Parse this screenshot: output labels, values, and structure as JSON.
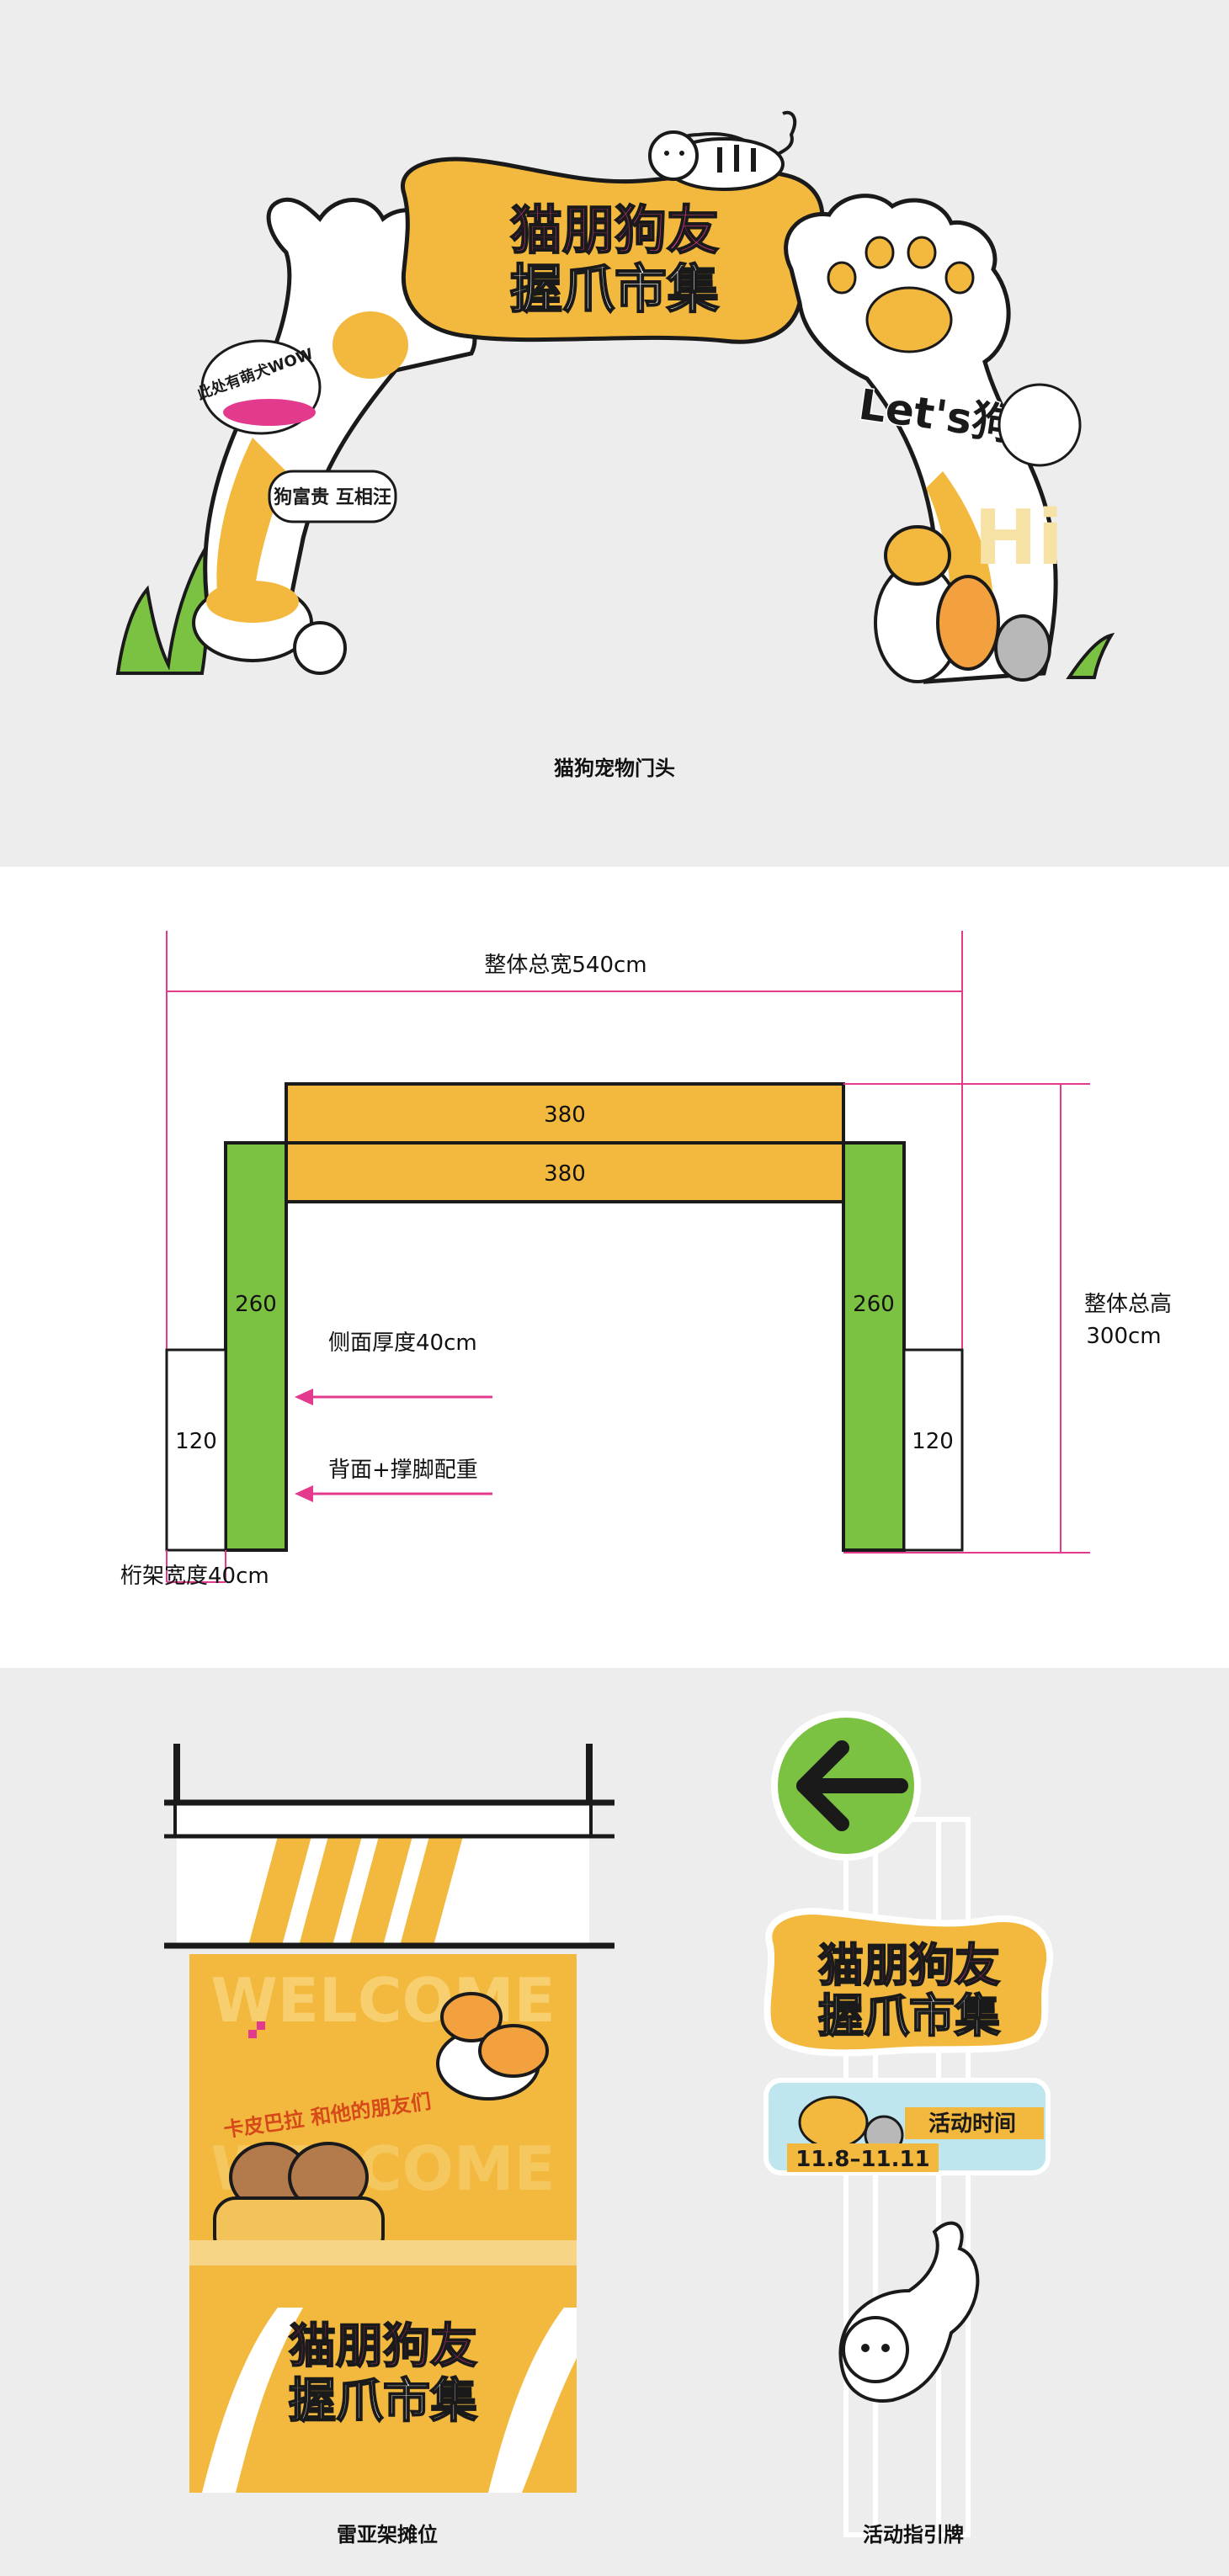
{
  "panel1": {
    "arch_title_line1": "猫朋狗友",
    "arch_title_line2": "握爪市集",
    "sticker_woof": "此处有萌犬WOW",
    "sticker_wang": "狗富贵 互相汪",
    "lets_go": "Let's狗",
    "hi": "Hi",
    "caption": "猫狗宠物门头"
  },
  "panel2": {
    "total_width": "整体总宽540cm",
    "beam_top": "380",
    "beam_bottom": "380",
    "pillar_left": "260",
    "pillar_right": "260",
    "base_left": "120",
    "base_right": "120",
    "side_thickness": "侧面厚度40cm",
    "back_weight": "背面+撑脚配重",
    "truss_width": "桁架宽度40cm",
    "total_height_line1": "整体总高",
    "total_height_line2": "300cm"
  },
  "panel3": {
    "booth_welcome": "WELCOME",
    "booth_slogan": "卡皮巴拉 和他的朋友们",
    "booth_title_line1": "猫朋狗友",
    "booth_title_line2": "握爪市集",
    "booth_caption": "雷亚架摊位",
    "sign_title_line1": "猫朋狗友",
    "sign_title_line2": "握爪市集",
    "sign_event_label": "活动时间",
    "sign_event_dates": "11.8–11.11",
    "sign_caption": "活动指引牌"
  },
  "colors": {
    "yellow": "#f3b93e",
    "green": "#7cc242",
    "magenta": "#e6007e",
    "pink": "#e43a8e",
    "dark": "#1a1a1a",
    "panel_bg": "#ededed"
  }
}
